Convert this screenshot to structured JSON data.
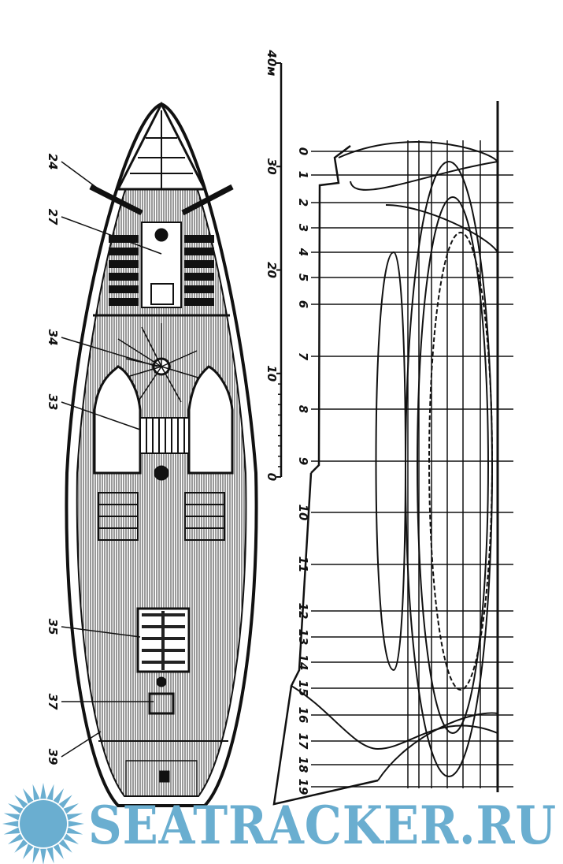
{
  "drawing": {
    "callouts": [
      "24",
      "27",
      "34",
      "33",
      "35",
      "37",
      "39"
    ],
    "scale": {
      "ticks": [
        "0",
        "10",
        "20",
        "30",
        "40м"
      ],
      "unit": "м"
    },
    "stations": [
      "0",
      "1",
      "2",
      "3",
      "4",
      "5",
      "6",
      "7",
      "8",
      "9",
      "10",
      "11",
      "12",
      "13",
      "14",
      "15",
      "16",
      "17",
      "18",
      "19"
    ]
  },
  "watermark": {
    "text": "SEATRACKER.RU",
    "color": "#6aaed0"
  }
}
